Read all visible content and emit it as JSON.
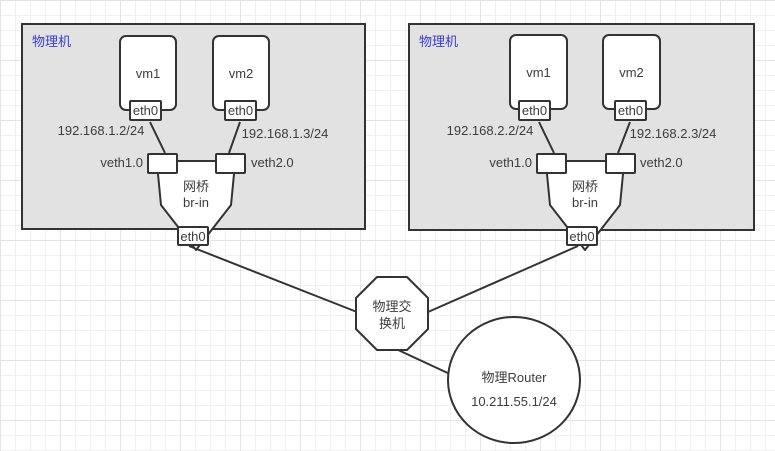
{
  "colors": {
    "stroke": "#333333",
    "machine_fill": "#e2e2e2",
    "node_fill": "#ffffff",
    "machine_label": "#3a3ad0",
    "text": "#3d3d3d"
  },
  "machines": [
    {
      "label": "物理机",
      "vms": [
        {
          "name": "vm1",
          "port": "eth0",
          "ip": "192.168.1.2/24"
        },
        {
          "name": "vm2",
          "port": "eth0",
          "ip": "192.168.1.3/24"
        }
      ],
      "veths": [
        {
          "label": "veth1.0"
        },
        {
          "label": "veth2.0"
        }
      ],
      "bridge": {
        "title": "网桥",
        "name": "br-in",
        "port": "eth0"
      }
    },
    {
      "label": "物理机",
      "vms": [
        {
          "name": "vm1",
          "port": "eth0",
          "ip": "192.168.2.2/24"
        },
        {
          "name": "vm2",
          "port": "eth0",
          "ip": "192.168.2.3/24"
        }
      ],
      "veths": [
        {
          "label": "veth1.0"
        },
        {
          "label": "veth2.0"
        }
      ],
      "bridge": {
        "title": "网桥",
        "name": "br-in",
        "port": "eth0"
      }
    }
  ],
  "switch": {
    "label_line1": "物理交",
    "label_line2": "换机"
  },
  "router": {
    "name": "物理Router",
    "ip": "10.211.55.1/24"
  }
}
